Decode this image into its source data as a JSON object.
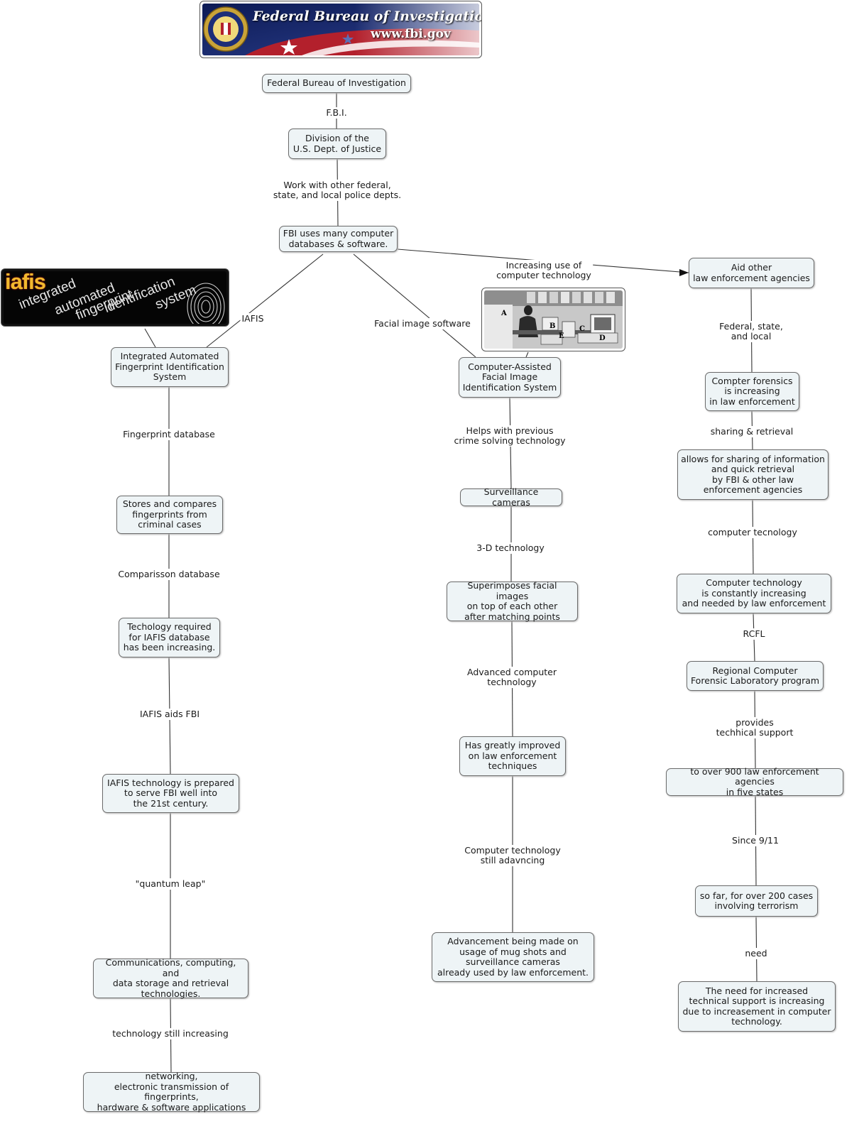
{
  "banner": {
    "title": "Federal Bureau of Investigation",
    "url": "www.fbi.gov"
  },
  "iafis_logo": {
    "word": "iafis",
    "line1": "integrated",
    "line2": "automated",
    "line3": "fingerprint",
    "line4": "identification",
    "line5": "system"
  },
  "photo": {
    "tag_a": "A",
    "tag_b": "B",
    "tag_c": "C",
    "tag_d": "D",
    "tag_e": "E"
  },
  "nodes": {
    "fbi": "Federal Bureau of Investigation",
    "doj": "Division of the\nU.S. Dept. of Justice",
    "databases": "FBI uses many computer\ndatabases & software.",
    "aid_agencies": "Aid other\nlaw enforcement agencies",
    "iafis_system": "Integrated Automated\nFingerprint Identification\nSystem",
    "stores": "Stores and compares\nfingerprints from\ncriminal cases",
    "techology": "Techology required\nfor IAFIS database\nhas been increasing.",
    "prepared": "IAFIS technology is prepared\nto serve FBI well into\nthe 21st century.",
    "communications": "Communications, computing, and\ndata storage and retrieval\ntechnologies.",
    "networking": "networking,\nelectronic transmission of fingerprints,\nhardware & software applications",
    "cafis": "Computer-Assisted\nFacial Image\nIdentification System",
    "surveillance": "Surveillance cameras",
    "superimposes": "Superimposes facial images\non top of each other\nafter matching points",
    "improved": "Has greatly improved\non law enforcement\ntechniques",
    "mugshots": "Advancement being made on\nusage of mug shots and\nsurveillance cameras\nalready used by law enforcement.",
    "forensics": "Compter forensics\nis increasing\nin law enforcement",
    "sharing": "allows for sharing of information\nand quick retrieval\nby FBI & other law\nenforcement agencies",
    "comp_tech": "Computer technology\nis constantly increasing\nand needed by law enforcement",
    "rcfl": "Regional Computer\nForensic Laboratory program",
    "over900": "to over 900 law enforcement agencies\nin five states",
    "over200": "so far, for over 200 cases\ninvolving terrorism",
    "need_increased": "The need for increased\ntechnical support is increasing\ndue to increasement in computer\ntechnology."
  },
  "links": {
    "fbi_abbr": "F.B.I.",
    "work_with": "Work with other federal,\nstate, and local police depts.",
    "increasing_use": "Increasing use of\ncomputer technology",
    "iafis": "IAFIS",
    "facial_software": "Facial image software",
    "fingerprint_db": "Fingerprint database",
    "comparisson_db": "Comparisson database",
    "iafis_aids": "IAFIS aids FBI",
    "quantum_leap": "\"quantum leap\"",
    "tech_still": "technology still increasing",
    "helps_previous": "Helps with previous\ncrime solving technology",
    "three_d": "3-D technology",
    "advanced_comp": "Advanced computer\ntechnology",
    "comp_still": "Computer technology\nstill adavncing",
    "fed_state": "Federal, state,\nand local",
    "sharing_retrieval": "sharing & retrieval",
    "computer_tecnology": "computer tecnology",
    "rcfl_abbr": "RCFL",
    "provides": "provides\ntechhical support",
    "since911": "Since 9/11",
    "need": "need"
  }
}
